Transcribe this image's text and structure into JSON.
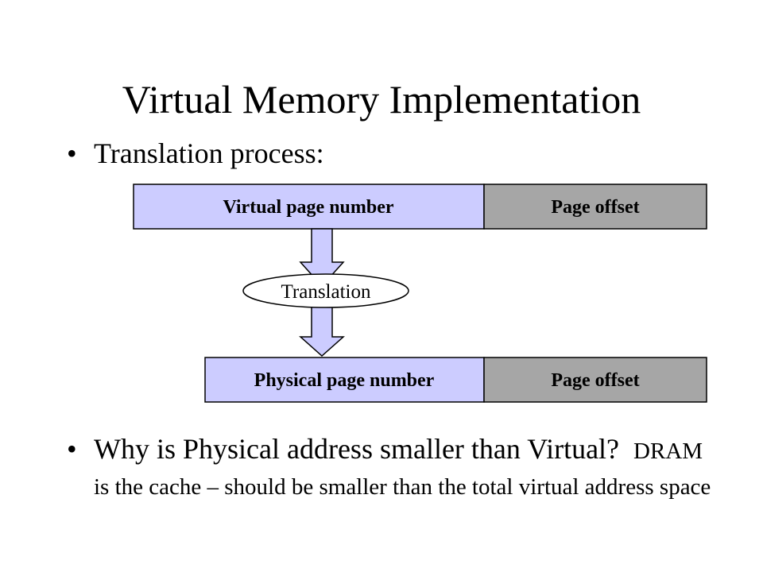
{
  "slide": {
    "title": "Virtual Memory Implementation",
    "bullets": [
      {
        "symbol": "•",
        "text": "Translation process:"
      },
      {
        "symbol": "•",
        "text_large": "Why is Physical address smaller than Virtual?",
        "text_small": "DRAM is the cache – should be smaller than the total virtual address space"
      }
    ]
  },
  "diagram": {
    "virtual_address": {
      "page_number_label": "Virtual page number",
      "offset_label": "Page offset"
    },
    "translation_label": "Translation",
    "physical_address": {
      "page_number_label": "Physical page number",
      "offset_label": "Page offset"
    },
    "colors": {
      "page_number_fill": "#CCCCFF",
      "offset_fill": "#A6A6A6",
      "arrow_fill": "#CCCCFF",
      "stroke": "#000000"
    }
  }
}
